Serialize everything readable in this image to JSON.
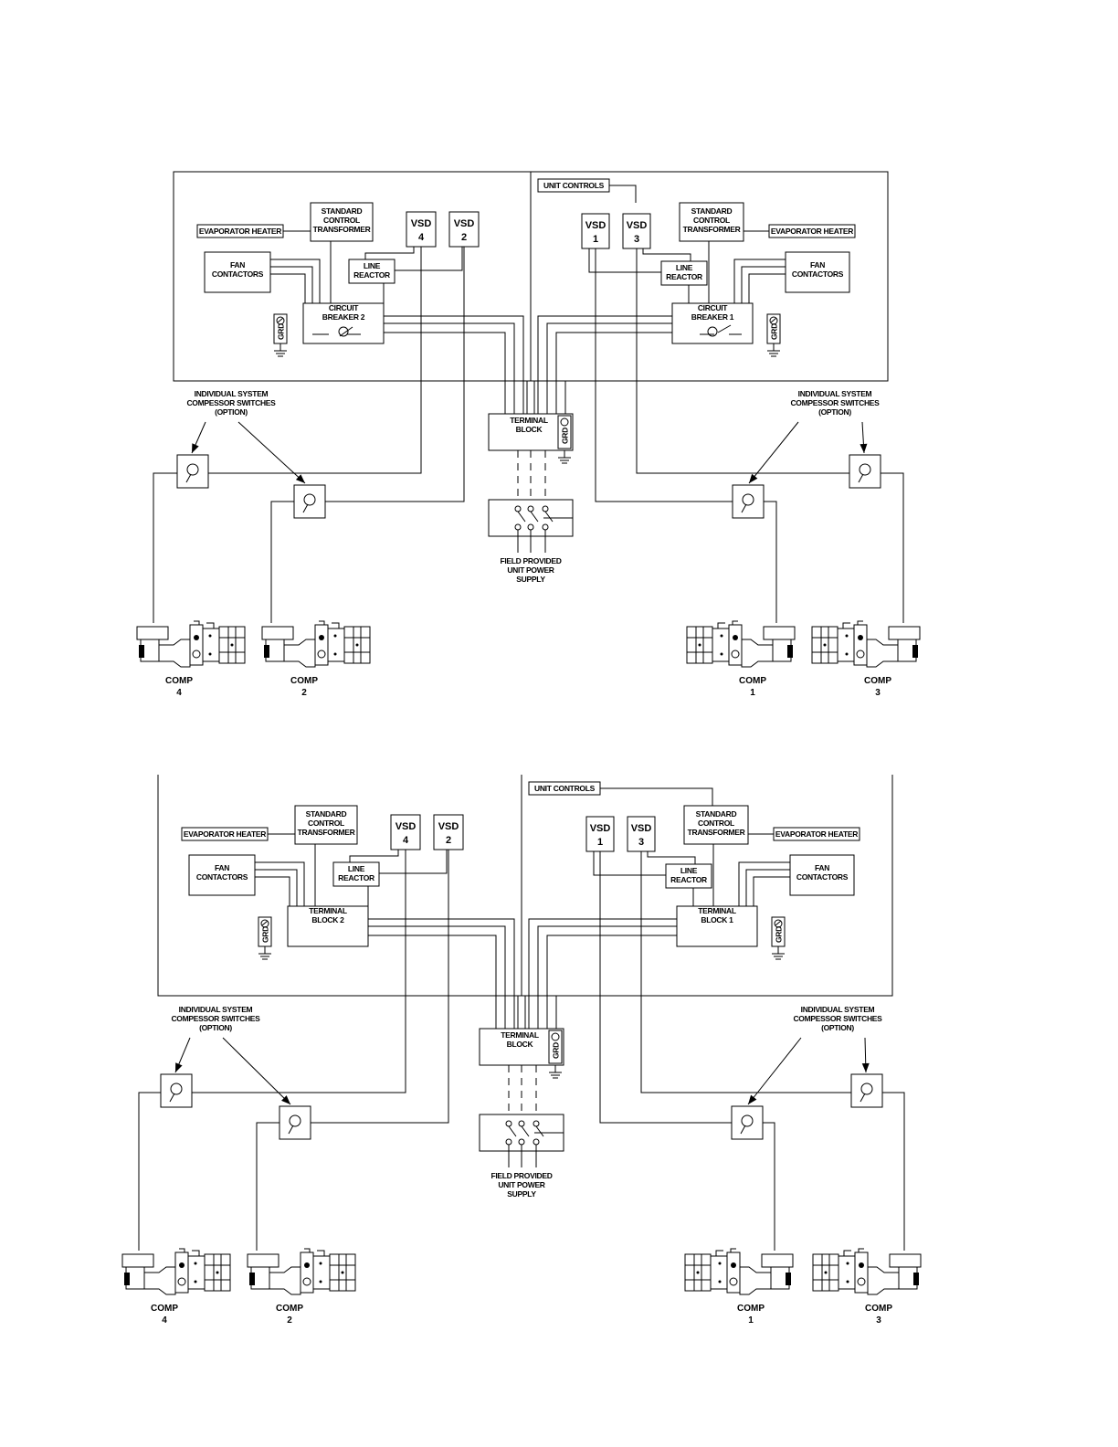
{
  "diagrams": [
    {
      "unit_controls": "UNIT CONTROLS",
      "evap_heater_left": "EVAPORATOR HEATER",
      "evap_heater_right": "EVAPORATOR HEATER",
      "transformer_left": [
        "STANDARD",
        "CONTROL",
        "TRANSFORMER"
      ],
      "transformer_right": [
        "STANDARD",
        "CONTROL",
        "TRANSFORMER"
      ],
      "fan_left": [
        "FAN",
        "CONTACTORS"
      ],
      "fan_right": [
        "FAN",
        "CONTACTORS"
      ],
      "reactor_left": [
        "LINE",
        "REACTOR"
      ],
      "reactor_right": [
        "LINE",
        "REACTOR"
      ],
      "vsd_left_a": [
        "VSD",
        "4"
      ],
      "vsd_left_b": [
        "VSD",
        "2"
      ],
      "vsd_right_a": [
        "VSD",
        "1"
      ],
      "vsd_right_b": [
        "VSD",
        "3"
      ],
      "device_left": [
        "CIRCUIT",
        "BREAKER 2"
      ],
      "device_right": [
        "CIRCUIT",
        "BREAKER 1"
      ],
      "grd": "GRD",
      "terminal_block": [
        "TERMINAL",
        "BLOCK"
      ],
      "field_supply": [
        "FIELD PROVIDED",
        "UNIT POWER",
        "SUPPLY"
      ],
      "switches_left": [
        "INDIVIDUAL SYSTEM",
        "COMPESSOR SWITCHES",
        "(OPTION)"
      ],
      "switches_right": [
        "INDIVIDUAL SYSTEM",
        "COMPESSOR SWITCHES",
        "(OPTION)"
      ],
      "compressors": [
        {
          "label": "COMP",
          "num": "4"
        },
        {
          "label": "COMP",
          "num": "2"
        },
        {
          "label": "COMP",
          "num": "1"
        },
        {
          "label": "COMP",
          "num": "3"
        }
      ]
    },
    {
      "unit_controls": "UNIT CONTROLS",
      "evap_heater_left": "EVAPORATOR HEATER",
      "evap_heater_right": "EVAPORATOR HEATER",
      "transformer_left": [
        "STANDARD",
        "CONTROL",
        "TRANSFORMER"
      ],
      "transformer_right": [
        "STANDARD",
        "CONTROL",
        "TRANSFORMER"
      ],
      "fan_left": [
        "FAN",
        "CONTACTORS"
      ],
      "fan_right": [
        "FAN",
        "CONTACTORS"
      ],
      "reactor_left": [
        "LINE",
        "REACTOR"
      ],
      "reactor_right": [
        "LINE",
        "REACTOR"
      ],
      "vsd_left_a": [
        "VSD",
        "4"
      ],
      "vsd_left_b": [
        "VSD",
        "2"
      ],
      "vsd_right_a": [
        "VSD",
        "1"
      ],
      "vsd_right_b": [
        "VSD",
        "3"
      ],
      "device_left": [
        "TERMINAL",
        "BLOCK 2"
      ],
      "device_right": [
        "TERMINAL",
        "BLOCK 1"
      ],
      "grd": "GRD",
      "terminal_block": [
        "TERMINAL",
        "BLOCK"
      ],
      "field_supply": [
        "FIELD PROVIDED",
        "UNIT POWER",
        "SUPPLY"
      ],
      "switches_left": [
        "INDIVIDUAL SYSTEM",
        "COMPESSOR SWITCHES",
        "(OPTION)"
      ],
      "switches_right": [
        "INDIVIDUAL SYSTEM",
        "COMPESSOR SWITCHES",
        "(OPTION)"
      ],
      "compressors": [
        {
          "label": "COMP",
          "num": "4"
        },
        {
          "label": "COMP",
          "num": "2"
        },
        {
          "label": "COMP",
          "num": "1"
        },
        {
          "label": "COMP",
          "num": "3"
        }
      ]
    }
  ]
}
